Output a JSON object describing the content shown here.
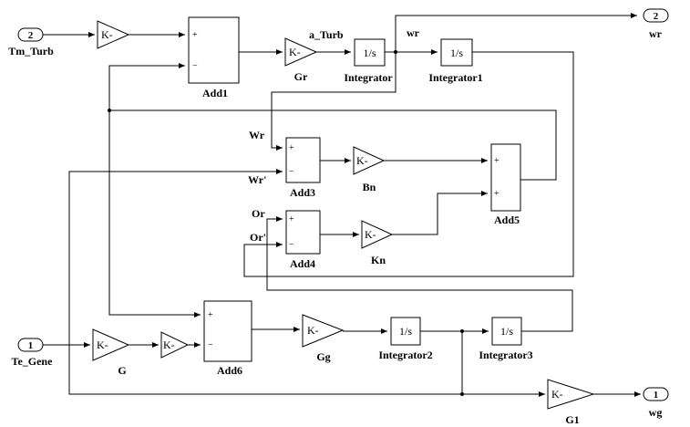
{
  "ports": {
    "tm_turb": {
      "num": "2",
      "label": "Tm_Turb"
    },
    "te_gene": {
      "num": "1",
      "label": "Te_Gene"
    },
    "wr_out": {
      "num": "2",
      "label": "wr"
    },
    "wg_out": {
      "num": "1",
      "label": "wg"
    }
  },
  "gains": {
    "k1": {
      "text": "K-",
      "label": ""
    },
    "gr": {
      "text": "K-",
      "label": "Gr"
    },
    "bn": {
      "text": "K-",
      "label": "Bn"
    },
    "kn": {
      "text": "K-",
      "label": "Kn"
    },
    "g": {
      "text": "K-",
      "label": "G"
    },
    "k2": {
      "text": "K-",
      "label": ""
    },
    "gg": {
      "text": "K-",
      "label": "Gg"
    },
    "g1": {
      "text": "K-",
      "label": "G1"
    }
  },
  "integrators": {
    "int0": {
      "text": "1/s",
      "label": "Integrator"
    },
    "int1": {
      "text": "1/s",
      "label": "Integrator1"
    },
    "int2": {
      "text": "1/s",
      "label": "Integrator2"
    },
    "int3": {
      "text": "1/s",
      "label": "Integrator3"
    }
  },
  "sums": {
    "add1": {
      "label": "Add1",
      "signs": [
        "+",
        "−"
      ]
    },
    "add3": {
      "label": "Add3",
      "signs": [
        "+",
        "−"
      ]
    },
    "add4": {
      "label": "Add4",
      "signs": [
        "+",
        "−"
      ]
    },
    "add5": {
      "label": "Add5",
      "signs": [
        "+",
        "+"
      ]
    },
    "add6": {
      "label": "Add6",
      "signs": [
        "+",
        "−"
      ]
    }
  },
  "signals": {
    "a_turb": "a_Turb",
    "wr": "wr",
    "wr_in": "Wr",
    "wr_prime": "Wr'",
    "or_in": "Or",
    "or_prime": "Or'"
  }
}
